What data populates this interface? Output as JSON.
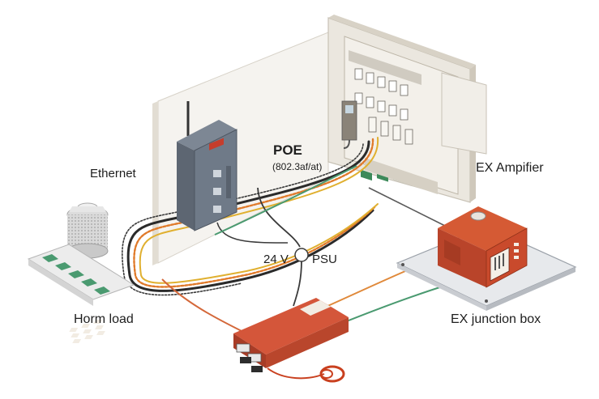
{
  "labels": {
    "ethernet": "Ethernet",
    "poe": "POE",
    "poe_standard": "(802.3af/at)",
    "psu": "24 V",
    "psu_suffix": "PSU",
    "amplifier": "EX  Ampifier",
    "horn_load": "Horm load",
    "junction_box": "EX junction box"
  },
  "colors": {
    "wall": "#f4f2ee",
    "cabinet": "#ece8e0",
    "device_gray": "#6f7a88",
    "device_red": "#c94a2c",
    "cable_orange": "#e07a2a",
    "cable_green": "#4a9a70",
    "cable_black": "#2a2a2a"
  }
}
